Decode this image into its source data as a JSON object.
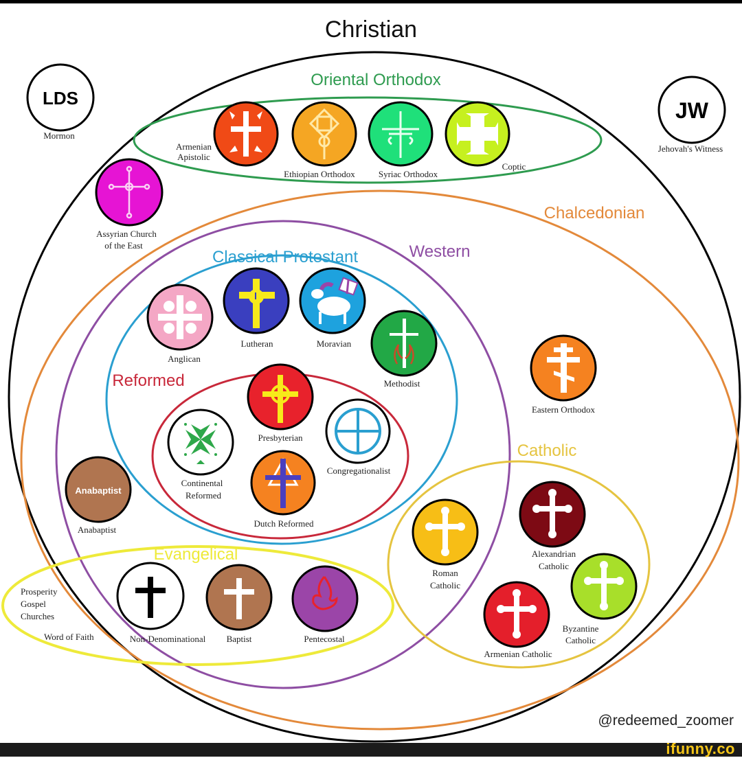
{
  "title": "Christian",
  "credit": "@redeemed_zoomer",
  "watermark": "ifunny.co",
  "colors": {
    "christian": "#000000",
    "oriental": "#2e9b4f",
    "chalcedonian": "#e3893a",
    "western": "#8e4ea3",
    "protestant": "#2a9fd0",
    "reformed": "#c8283a",
    "catholic": "#e5c440",
    "evangelical": "#eeea3a"
  },
  "groups": {
    "oriental": "Oriental Orthodox",
    "chalcedonian": "Chalcedonian",
    "western": "Western",
    "protestant": "Classical Protestant",
    "reformed": "Reformed",
    "catholic": "Catholic",
    "evangelical": "Evangelical"
  },
  "outside": {
    "lds": {
      "badge": "LDS",
      "label": "Mormon"
    },
    "jw": {
      "badge": "JW",
      "label": "Jehovah's Witness"
    }
  },
  "nodes": {
    "armenian_apostolic": {
      "label1": "Armenian",
      "label2": "Apistolic",
      "fill": "#f04a16",
      "icon": "armenian-cross-icon"
    },
    "ethiopian_orthodox": {
      "label1": "Ethiopian Orthodox",
      "fill": "#f5a623",
      "icon": "ethiopian-cross-icon"
    },
    "syriac_orthodox": {
      "label1": "Syriac Orthodox",
      "fill": "#1fe07a",
      "icon": "syriac-cross-icon"
    },
    "coptic": {
      "label1": "Coptic",
      "fill": "#c6f01f",
      "icon": "coptic-cross-icon"
    },
    "assyrian": {
      "label1": "Assyrian Church",
      "label2": "of the East",
      "fill": "#e614d4",
      "icon": "assyrian-cross-icon"
    },
    "anglican": {
      "label1": "Anglican",
      "fill": "#f4a7c5",
      "icon": "anglican-cross-icon"
    },
    "lutheran": {
      "label1": "Lutheran",
      "fill": "#3a3fbf",
      "icon": "luther-rose-cross-icon"
    },
    "moravian": {
      "label1": "Moravian",
      "fill": "#1ea2de",
      "icon": "lamb-banner-icon"
    },
    "methodist": {
      "label1": "Methodist",
      "fill": "#22a846",
      "icon": "cross-flame-icon"
    },
    "presbyterian": {
      "label1": "Presbyterian",
      "fill": "#e8222c",
      "icon": "celtic-cross-icon"
    },
    "continental_reformed": {
      "label1": "Continental",
      "label2": "Reformed",
      "fill": "#ffffff",
      "icon": "huguenot-cross-icon"
    },
    "congregationalist": {
      "label1": "Congregationalist",
      "fill": "#ffffff",
      "icon": "sun-cross-icon"
    },
    "dutch_reformed": {
      "label1": "Dutch Reformed",
      "fill": "#f58220",
      "icon": "triangle-cross-icon"
    },
    "anabaptist": {
      "badge": "Anabaptist",
      "label1": "Anabaptist",
      "fill": "#b07550",
      "icon": "anabaptist-badge-icon"
    },
    "eastern_orthodox": {
      "label1": "Eastern Orthodox",
      "fill": "#f58220",
      "icon": "orthodox-cross-icon"
    },
    "roman_catholic": {
      "label1": "Roman",
      "label2": "Catholic",
      "fill": "#f7be16",
      "icon": "budded-cross-icon"
    },
    "alexandrian_catholic": {
      "label1": "Alexandrian",
      "label2": "Catholic",
      "fill": "#7d0a14",
      "icon": "budded-cross-icon"
    },
    "byzantine_catholic": {
      "label1": "Byzantine",
      "label2": "Catholic",
      "fill": "#a8df2a",
      "icon": "budded-cross-icon"
    },
    "armenian_catholic": {
      "label1": "Armenian Catholic",
      "fill": "#e41f2b",
      "icon": "budded-cross-icon"
    },
    "non_denominational": {
      "label1": "Non-Denominational",
      "fill": "#ffffff",
      "icon": "latin-cross-icon"
    },
    "baptist": {
      "label1": "Baptist",
      "fill": "#b07550",
      "icon": "latin-cross-icon"
    },
    "pentecostal": {
      "label1": "Pentecostal",
      "fill": "#9b45a8",
      "icon": "flame-icon"
    }
  },
  "loose_labels": {
    "prosperity": [
      "Prosperity",
      "Gospel",
      "Churches"
    ],
    "word_of_faith": "Word of Faith"
  }
}
